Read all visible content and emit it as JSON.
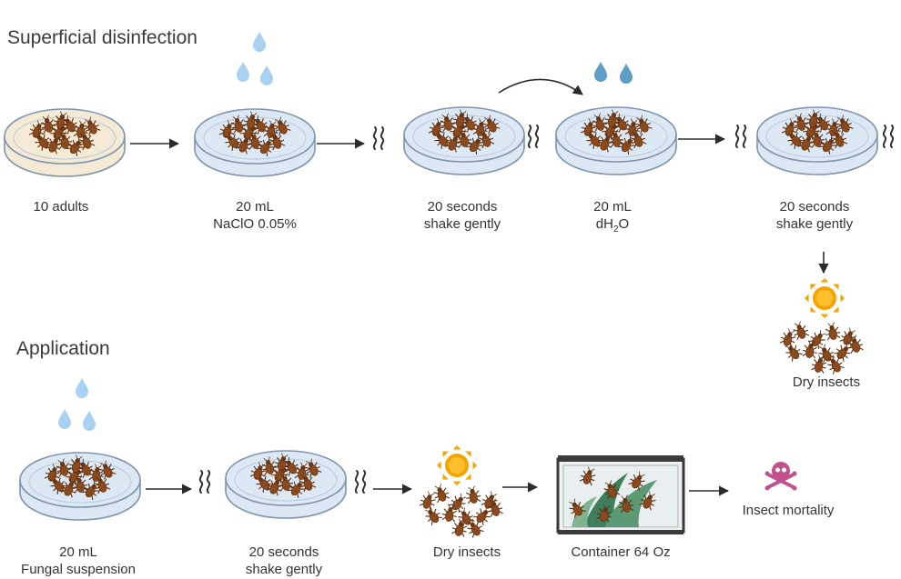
{
  "sections": {
    "disinfection_title": "Superficial disinfection",
    "application_title": "Application"
  },
  "steps": {
    "s1": {
      "line1": "10 adults"
    },
    "s2": {
      "line1": "20 mL",
      "line2": "NaClO 0.05%"
    },
    "s3": {
      "line1": "20 seconds",
      "line2": "shake gently"
    },
    "s4": {
      "line1": "20 mL",
      "line2_pre": "dH",
      "line2_sub": "2",
      "line2_post": "O"
    },
    "s5": {
      "line1": "20 seconds",
      "line2": "shake gently"
    },
    "s6": {
      "line1": "Dry insects"
    },
    "a1": {
      "line1": "20 mL",
      "line2": "Fungal suspension"
    },
    "a2": {
      "line1": "20 seconds",
      "line2": "shake gently"
    },
    "a3": {
      "line1": "Dry insects"
    },
    "a4": {
      "line1": "Container 64 Oz"
    },
    "a5": {
      "line1": "Insect mortality"
    }
  },
  "colors": {
    "insect": "#8a4a1e",
    "dish_fill": "#dce9f5",
    "dish_rim": "#7e95ad",
    "first_dish_fill": "#f4ead6",
    "drop_light": "#a9d1f2",
    "drop_dark": "#5e9ec6",
    "sun": "#f5a300",
    "skull": "#c2508c",
    "arrow": "#2b2b2b"
  }
}
